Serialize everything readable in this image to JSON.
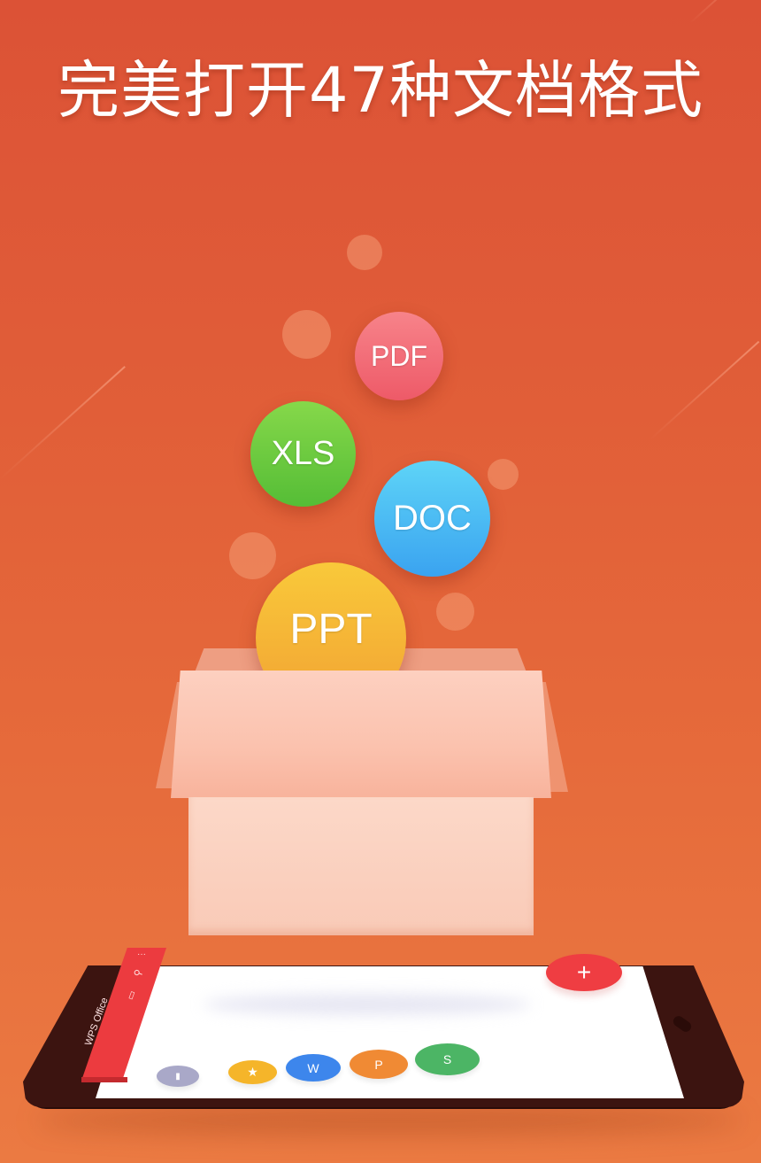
{
  "headline": "完美打开47种文档格式",
  "colors": {
    "background_top": "#dc5236",
    "background_bottom": "#eb7a42",
    "pdf": "#ee5a68",
    "xls": "#55bd36",
    "doc": "#3aa3f0",
    "ppt": "#f2a233",
    "accent_red": "#ec3b3f",
    "phone_body": "#3c1410"
  },
  "formats": [
    {
      "label": "PDF"
    },
    {
      "label": "XLS"
    },
    {
      "label": "DOC"
    },
    {
      "label": "PPT"
    }
  ],
  "phone": {
    "sidebar": {
      "title": "WPS Office",
      "icons": [
        "more-icon",
        "search-icon",
        "folder-icon"
      ],
      "more_glyph": "···",
      "search_glyph": "⚲",
      "folder_glyph": "▭"
    },
    "fab_label": "+",
    "doc_icons": [
      {
        "type": "other",
        "glyph": "▮",
        "color": "#a9a8c8"
      },
      {
        "type": "starred",
        "glyph": "★",
        "color": "#f5b52a"
      },
      {
        "type": "writer",
        "glyph": "W",
        "color": "#3d86ec"
      },
      {
        "type": "presentation",
        "glyph": "P",
        "color": "#f08a34"
      },
      {
        "type": "spreadsheet",
        "glyph": "S",
        "color": "#4cb565"
      }
    ]
  }
}
